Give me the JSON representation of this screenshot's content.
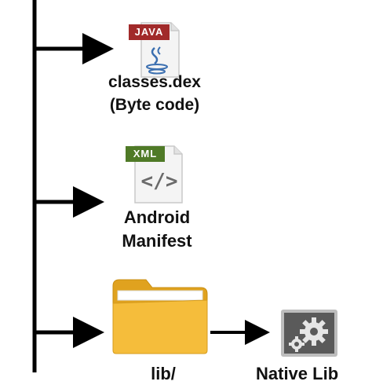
{
  "nodes": {
    "classes_dex": {
      "badge": "JAVA",
      "lines": [
        "classes.dex",
        "(Byte code)"
      ]
    },
    "manifest": {
      "badge": "XML",
      "glyph": "</>",
      "lines": [
        "Android",
        "Manifest"
      ]
    },
    "lib": {
      "label_partial": "lib/"
    },
    "native": {
      "label_partial": "Native Lib"
    }
  },
  "icons": {
    "java": "java-file-icon",
    "xml": "xml-file-icon",
    "folder": "folder-icon",
    "native": "gears-icon"
  },
  "colors": {
    "line": "#000000",
    "java_badge": "#a12a2a",
    "xml_badge": "#4f7a27",
    "folder": "#f2b531",
    "gears_bg": "#5a5a5a"
  }
}
